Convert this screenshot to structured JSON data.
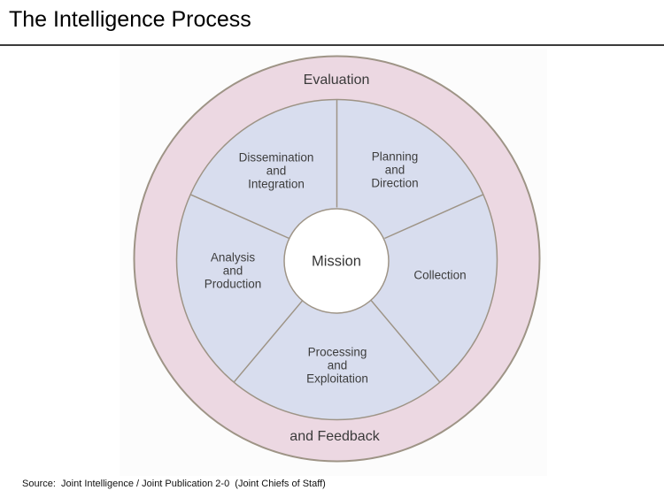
{
  "title": "The Intelligence Process",
  "source_note": "Source:  Joint Intelligence / Joint Publication 2-0  (Joint Chiefs of Staff)",
  "diagram": {
    "outer_ring": {
      "top_label": "Evaluation",
      "bottom_label": "and Feedback",
      "color": "#ecd8e2"
    },
    "center_circle": {
      "label": "Mission",
      "color": "#ffffff"
    },
    "segments": [
      {
        "label": "Planning\nand\nDirection"
      },
      {
        "label": "Collection"
      },
      {
        "label": "Processing\nand\nExploitation"
      },
      {
        "label": "Analysis\nand\nProduction"
      },
      {
        "label": "Dissemination\nand\nIntegration"
      }
    ],
    "segment_color": "#d8ddee",
    "border_color": "#9e9486",
    "text_color": "#3d3d3d"
  }
}
